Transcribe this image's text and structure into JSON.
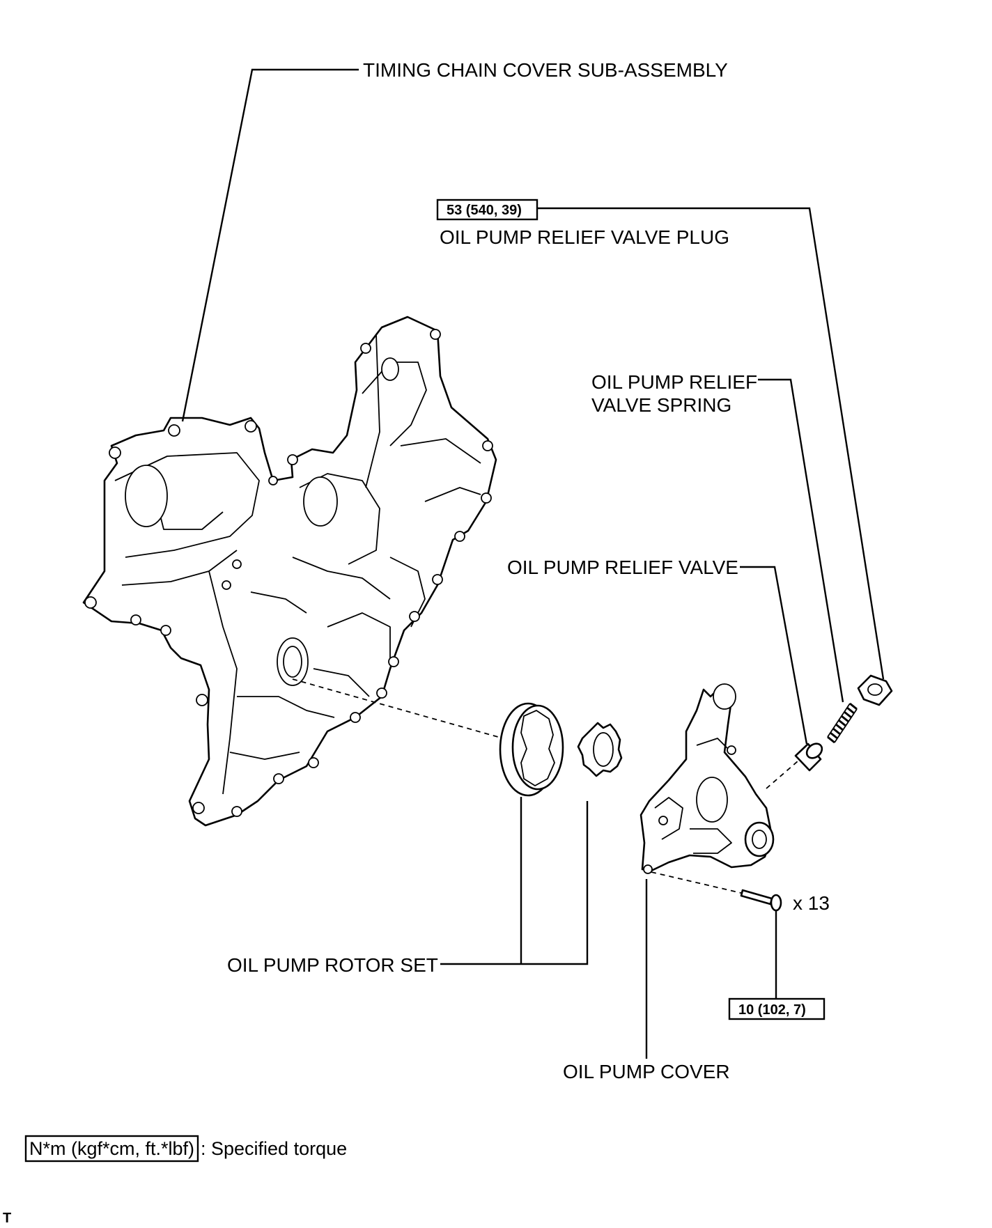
{
  "labels": {
    "timing_chain_cover": "TIMING CHAIN COVER SUB-ASSEMBLY",
    "relief_valve_plug": "OIL PUMP RELIEF VALVE PLUG",
    "relief_valve_spring_line1": "OIL PUMP RELIEF",
    "relief_valve_spring_line2": "VALVE SPRING",
    "relief_valve": "OIL PUMP RELIEF VALVE",
    "rotor_set": "OIL PUMP ROTOR SET",
    "pump_cover": "OIL PUMP COVER",
    "bolt_qty": "x 13"
  },
  "torques": {
    "plug": "53 (540, 39)",
    "bolt": "10 (102, 7)"
  },
  "legend": {
    "unit": "N*m (kgf*cm, ft.*lbf)",
    "text": ": Specified torque"
  },
  "corner_mark": "T"
}
